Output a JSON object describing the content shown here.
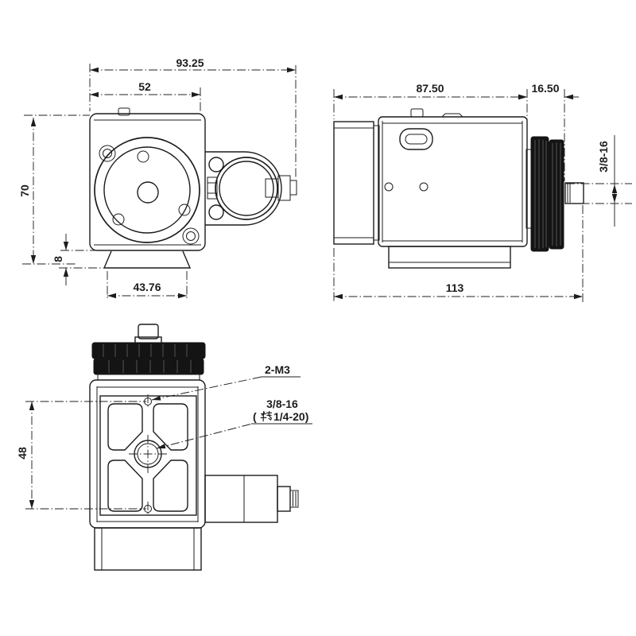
{
  "drawing": {
    "front_view": {
      "overall_width": "93.25",
      "body_width": "52",
      "body_height": "70",
      "foot_height": "8",
      "foot_width": "43.76"
    },
    "side_view": {
      "body_length": "87.50",
      "mount_length": "16.50",
      "overall_length": "113",
      "stud_thread": "3/8-16"
    },
    "bottom_view": {
      "hole_spacing": "48",
      "mount_holes_label": "2-M3",
      "thread_label_line1": "3/8-16",
      "thread_label_line2_full": "( 转1/4-20)",
      "thread_label_line2_open": "(",
      "thread_label_line2_char": "转",
      "thread_label_line2_rest": "1/4-20)"
    },
    "line_color": "#1c1c1c",
    "background_color": "#ffffff"
  }
}
